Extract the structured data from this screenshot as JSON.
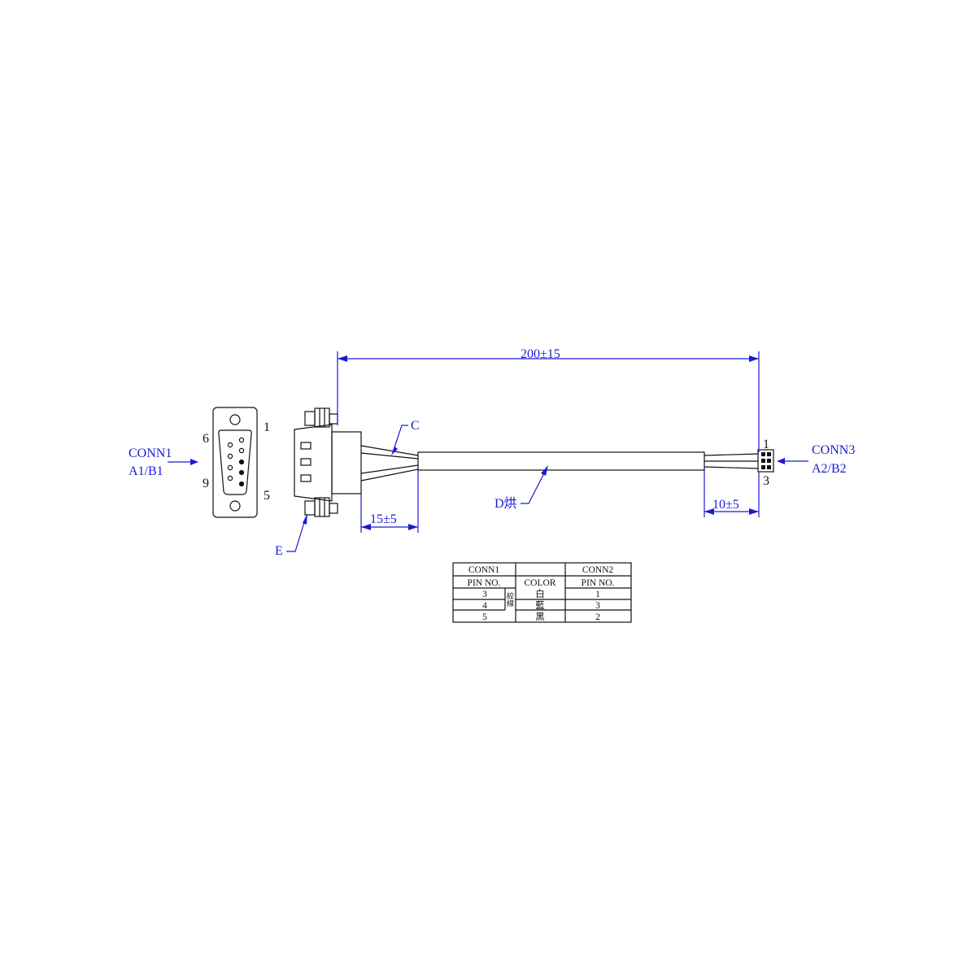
{
  "conn1_label": {
    "name": "CONN1",
    "ref": "A1/B1"
  },
  "conn3_label": {
    "name": "CONN3",
    "ref": "A2/B2"
  },
  "conn1_pins": {
    "p1": "1",
    "p6": "6",
    "p9": "9",
    "p5": "5"
  },
  "conn3_pins": {
    "top": "1",
    "bottom": "3"
  },
  "callouts": {
    "c": "C",
    "d": "D烘",
    "e": "E"
  },
  "dimensions": {
    "overall": "200±15",
    "strip_left": "15±5",
    "strip_right": "10±5"
  },
  "colors": {
    "annotation": "#1a1ad6",
    "outline": "#111111"
  },
  "wiring_table": {
    "header1": [
      "CONN1",
      "",
      "CONN2"
    ],
    "header2": [
      "PIN NO.",
      "COLOR",
      "PIN NO."
    ],
    "twist_note": "絞線",
    "rows": [
      {
        "from": "3",
        "color": "白",
        "to": "1"
      },
      {
        "from": "4",
        "color": "藍",
        "to": "3"
      },
      {
        "from": "5",
        "color": "黑",
        "to": "2"
      }
    ]
  }
}
